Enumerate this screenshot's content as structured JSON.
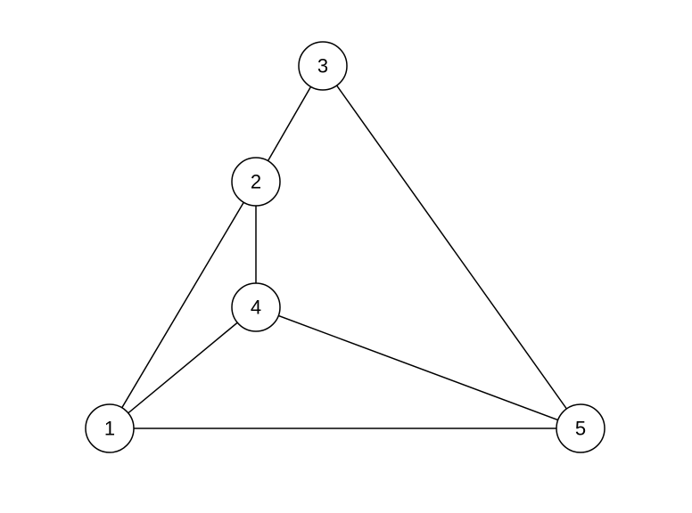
{
  "graph": {
    "nodes": [
      {
        "id": "1",
        "label": "1"
      },
      {
        "id": "2",
        "label": "2"
      },
      {
        "id": "3",
        "label": "3"
      },
      {
        "id": "4",
        "label": "4"
      },
      {
        "id": "5",
        "label": "5"
      }
    ],
    "edges": [
      {
        "source": "3",
        "target": "2"
      },
      {
        "source": "3",
        "target": "5"
      },
      {
        "source": "2",
        "target": "4"
      },
      {
        "source": "2",
        "target": "1"
      },
      {
        "source": "4",
        "target": "1"
      },
      {
        "source": "4",
        "target": "5"
      },
      {
        "source": "1",
        "target": "5"
      }
    ]
  }
}
